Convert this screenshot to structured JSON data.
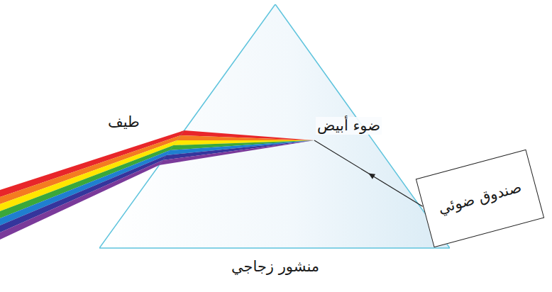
{
  "diagram": {
    "nodes": [
      {
        "text": [
          "منشور زجاجي"
        ]
      },
      {
        "text": [
          "صندوق ضوئي"
        ]
      }
    ],
    "edges": [
      {
        "from": 1,
        "to": 0,
        "arrow": "to",
        "label": "ضوء أبيض"
      }
    ],
    "labels": [
      "طيف"
    ]
  }
}
